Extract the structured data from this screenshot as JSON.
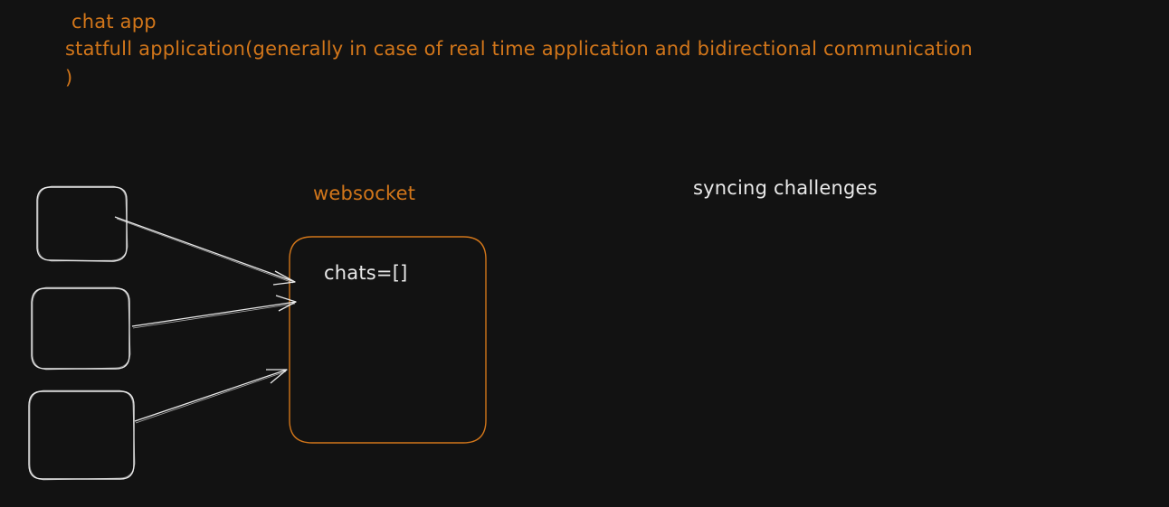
{
  "texts": {
    "title_line1": "chat app",
    "title_line2": "statfull application(generally in case of real time application and bidirectional communication",
    "title_line3": ")",
    "websocket_label": "websocket",
    "chats_code": "chats=[]",
    "syncing": "syncing challenges"
  },
  "colors": {
    "background": "#121212",
    "accent_orange": "#d2761a",
    "stroke_white": "#e9e9e9"
  },
  "diagram": {
    "client_boxes": 3,
    "server_box": "websocket",
    "arrows": "client-to-websocket"
  }
}
